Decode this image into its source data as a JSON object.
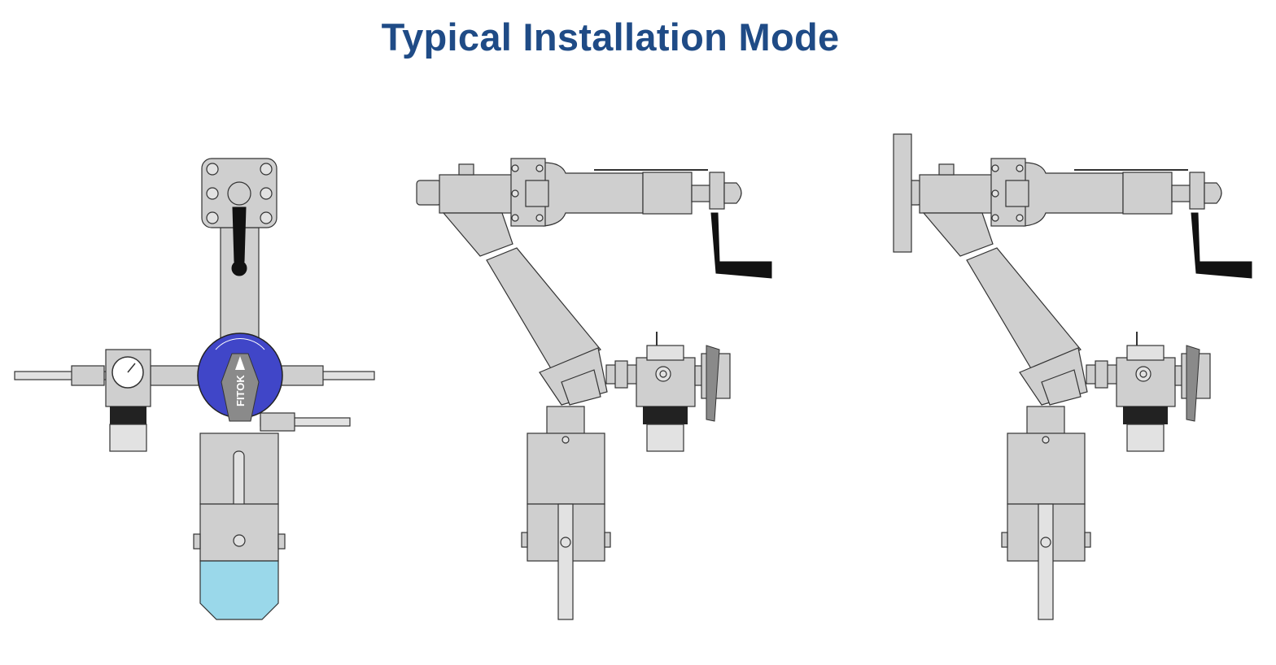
{
  "title": "Typical Installation Mode",
  "figures": [
    {
      "name": "front-view",
      "valve_logo": "FITOK",
      "colors": {
        "valve": "#4046c8",
        "container": "#9ad8ea"
      }
    },
    {
      "name": "side-view-threaded"
    },
    {
      "name": "side-view-flanged"
    }
  ],
  "colors": {
    "title": "#1f4b86",
    "body": "#cfcfcf",
    "handle": "#111111"
  }
}
